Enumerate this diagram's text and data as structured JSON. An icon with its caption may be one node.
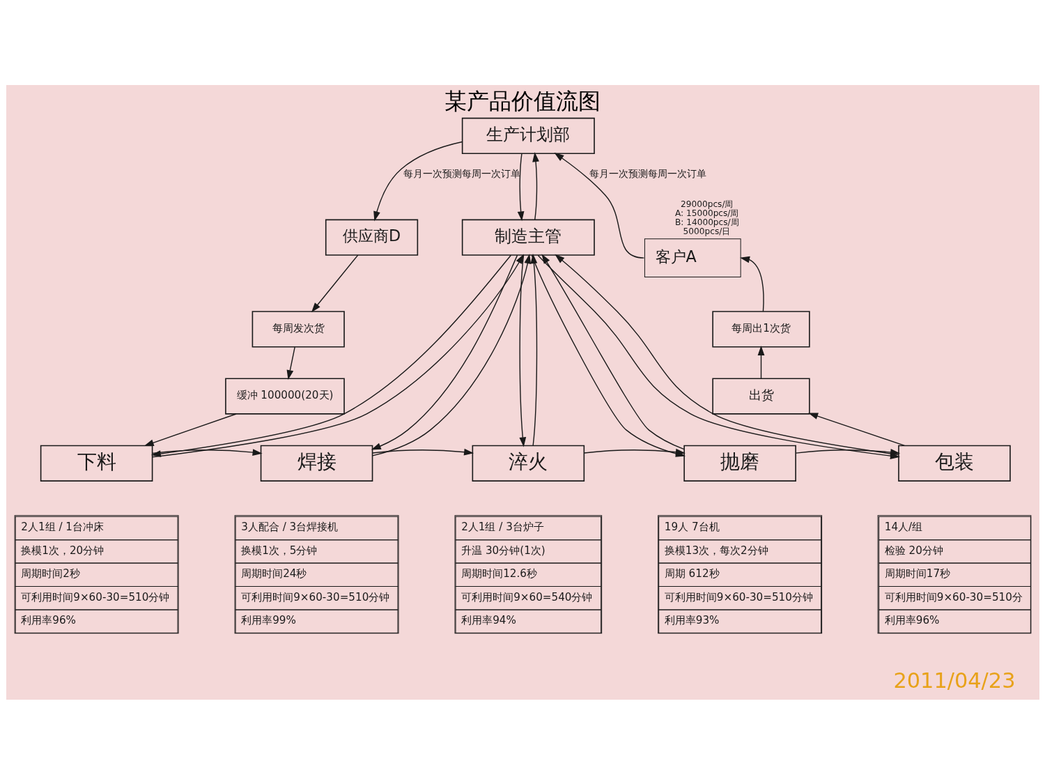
{
  "diagram": {
    "title": "某产品价值流图",
    "nodes": [
      {
        "text": [
          "生产计划部"
        ]
      },
      {
        "text": [
          "供应商D"
        ]
      },
      {
        "text": [
          "客户A"
        ],
        "beside": [
          "29000pcs/周",
          "A: 15000pcs/周",
          "B: 14000pcs/周",
          "5000pcs/日"
        ]
      },
      {
        "text": [
          "制造主管"
        ]
      },
      {
        "text": [
          "每周发次货"
        ]
      },
      {
        "text": [
          "每周出1次货"
        ]
      },
      {
        "text": [
          "缓冲 100000(20天)"
        ]
      },
      {
        "text": [
          "出货"
        ]
      },
      {
        "text": [
          "下料"
        ]
      },
      {
        "text": [
          "焊接"
        ]
      },
      {
        "text": [
          "淬火"
        ]
      },
      {
        "text": [
          "抛磨"
        ]
      },
      {
        "text": [
          "包装"
        ]
      },
      {
        "text": [
          "2人1组 / 1台冲床",
          "换模1次，20分钟",
          "周期时间2秒",
          "可利用时间9×60-30=510分钟",
          "利用率96%"
        ]
      },
      {
        "text": [
          "3人配合 / 3台焊接机",
          "换模1次，5分钟",
          "周期时间24秒",
          "可利用时间9×60-30=510分钟",
          "利用率99%"
        ]
      },
      {
        "text": [
          "2人1组 / 3台炉子",
          "升温 30分钟(1次)",
          "周期时间12.6秒",
          "可利用时间9×60=540分钟",
          "利用率94%"
        ]
      },
      {
        "text": [
          "19人 7台机",
          "换模13次，每次2分钟",
          "周期 612秒",
          "可利用时间9×60-30=510分钟",
          "利用率93%"
        ]
      },
      {
        "text": [
          "14人/组",
          "检验 20分钟",
          "周期时间17秒",
          "可利用时间9×60-30=510分",
          "利用率96%"
        ]
      }
    ],
    "edges": [
      {
        "from": 0,
        "to": 1,
        "arrow": "to",
        "label": "每月一次预测每周一次订单"
      },
      {
        "from": 2,
        "to": 0,
        "arrow": "to",
        "label": "每月一次预测每周一次订单"
      },
      {
        "from": 0,
        "to": 3,
        "arrow": "to"
      },
      {
        "from": 3,
        "to": 0,
        "arrow": "to"
      },
      {
        "from": 1,
        "to": 4,
        "arrow": "to"
      },
      {
        "from": 4,
        "to": 6,
        "arrow": "to"
      },
      {
        "from": 6,
        "to": 8,
        "arrow": "to"
      },
      {
        "from": 8,
        "to": 9,
        "arrow": "to"
      },
      {
        "from": 9,
        "to": 10,
        "arrow": "to"
      },
      {
        "from": 10,
        "to": 11,
        "arrow": "to"
      },
      {
        "from": 11,
        "to": 12,
        "arrow": "to"
      },
      {
        "from": 12,
        "to": 7,
        "arrow": "to"
      },
      {
        "from": 7,
        "to": 5,
        "arrow": "to"
      },
      {
        "from": 5,
        "to": 2,
        "arrow": "to"
      },
      {
        "from": 3,
        "to": 8,
        "arrow": "to"
      },
      {
        "from": 8,
        "to": 3,
        "arrow": "to"
      },
      {
        "from": 3,
        "to": 9,
        "arrow": "to"
      },
      {
        "from": 9,
        "to": 3,
        "arrow": "to"
      },
      {
        "from": 3,
        "to": 10,
        "arrow": "to"
      },
      {
        "from": 10,
        "to": 3,
        "arrow": "to"
      },
      {
        "from": 3,
        "to": 11,
        "arrow": "to"
      },
      {
        "from": 11,
        "to": 3,
        "arrow": "to"
      },
      {
        "from": 3,
        "to": 12,
        "arrow": "to"
      },
      {
        "from": 12,
        "to": 3,
        "arrow": "to"
      }
    ],
    "labels": [
      "2011/04/23"
    ]
  }
}
